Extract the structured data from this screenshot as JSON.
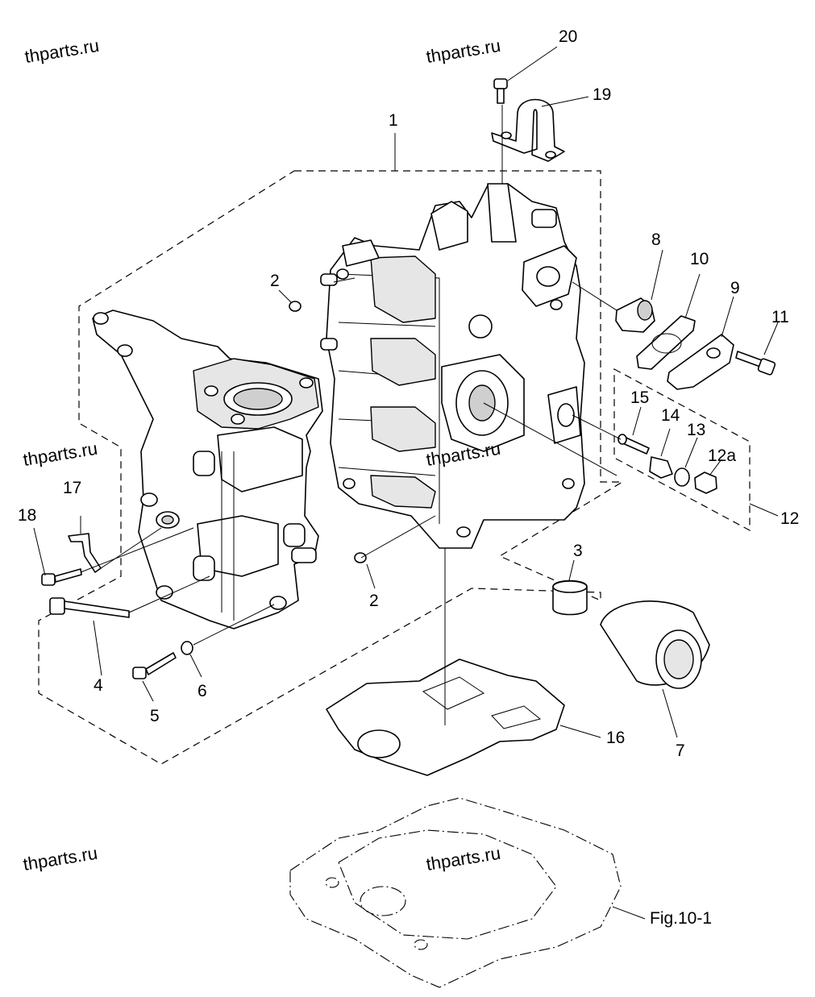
{
  "watermarks": [
    "thparts.ru",
    "thparts.ru",
    "thparts.ru",
    "thparts.ru",
    "thparts.ru",
    "thparts.ru"
  ],
  "callouts": {
    "p1": "1",
    "p2a": "2",
    "p2b": "2",
    "p3": "3",
    "p4": "4",
    "p5": "5",
    "p6": "6",
    "p7": "7",
    "p8": "8",
    "p9": "9",
    "p10": "10",
    "p11": "11",
    "p12": "12",
    "p12a": "12a",
    "p13": "13",
    "p14": "14",
    "p15": "15",
    "p16": "16",
    "p17": "17",
    "p18": "18",
    "p19": "19",
    "p20": "20"
  },
  "figure_ref": "Fig.10-1"
}
